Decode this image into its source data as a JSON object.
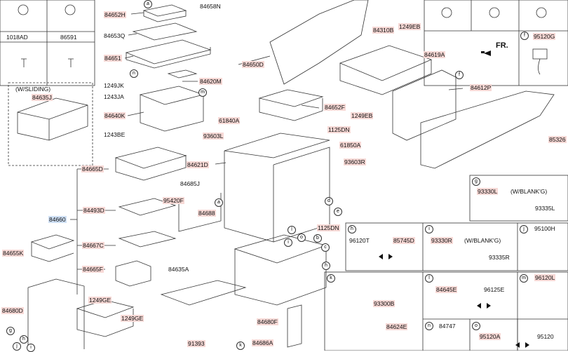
{
  "colors": {
    "part_highlight": "#f7d9d6",
    "assembly_highlight": "#cfe0f5",
    "line": "#333333"
  },
  "top_left_table": {
    "codes": [
      "1018AD",
      "86591"
    ]
  },
  "sliding": {
    "caption": "(W/SLIDING)",
    "part": "84635J"
  },
  "fr_label": "FR.",
  "callouts": {
    "p84658N": "84658N",
    "p84652H": "84652H",
    "p84653Q": "84653Q",
    "p84651": "84651",
    "p84650D": "84650D",
    "p1249JK": "1249JK",
    "p1243JA": "1243JA",
    "p84620M": "84620M",
    "p84640K": "84640K",
    "p1243BE": "1243BE",
    "p84310B": "84310B",
    "p1249EB_a": "1249EB",
    "p84619A": "84619A",
    "p84652F": "84652F",
    "p1249EB_b": "1249EB",
    "p84612P": "84612P",
    "p85326": "85326",
    "p61840A": "61840A",
    "p93603L": "93603L",
    "p1125DN_a": "1125DN",
    "p61850A": "61850A",
    "p93603R": "93603R",
    "p84621D": "84621D",
    "p84665D": "84665D",
    "p84685J": "84685J",
    "p84493D": "84493D",
    "p95420F": "95420F",
    "p84688": "84688",
    "p84660": "84660",
    "p84655K": "84655K",
    "p84667C": "84667C",
    "p84665F": "84665F",
    "p84635A": "84635A",
    "p1125DN_b": "1125DN",
    "p1249GE_a": "1249GE",
    "p1249GE_b": "1249GE",
    "p84680D": "84680D",
    "p84680F": "84680F",
    "p84686A": "84686A",
    "p91393": "91393",
    "p95120G": "95120G"
  },
  "panels": {
    "g": {
      "letter": "g",
      "p1": "93330L",
      "caption": "(W/BLANK'G)",
      "p2": "93335L"
    },
    "h": {
      "letter": "h",
      "p1": "96120T",
      "p2": "85745D"
    },
    "i": {
      "letter": "i",
      "p1": "93330R",
      "caption": "(W/BLANK'G)",
      "p2": "93335R"
    },
    "j": {
      "letter": "j",
      "p1": "95100H"
    },
    "k": {
      "letter": "k",
      "p1": "93300B",
      "p2": "84624E"
    },
    "l": {
      "letter": "l",
      "p1": "84645E",
      "p2": "96125E"
    },
    "m": {
      "letter": "m",
      "p1": "96120L"
    },
    "n": {
      "letter": "n",
      "p1": "84747"
    },
    "o": {
      "letter": "o",
      "p1": "95120A",
      "p2": "95120"
    },
    "f": {
      "letter": "f"
    }
  },
  "markers": [
    "a",
    "b",
    "c",
    "d",
    "e",
    "f",
    "g",
    "h",
    "i",
    "j",
    "k",
    "l",
    "m",
    "n",
    "o"
  ]
}
